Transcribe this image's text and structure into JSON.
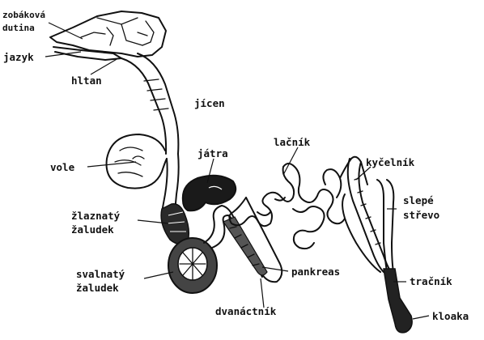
{
  "labels": {
    "oral_cavity": [
      "zobáková",
      "dutina"
    ],
    "tongue": "jazyk",
    "pharynx": "hltan",
    "esophagus": "jícen",
    "crop": "vole",
    "liver": "játra",
    "jejunum": "lačník",
    "ileum": "kyčelník",
    "cecum": [
      "slepé",
      "střevo"
    ],
    "proventriculus": [
      "žlaznatý",
      "žaludek"
    ],
    "gizzard": [
      "svalnatý",
      "žaludek"
    ],
    "pancreas": "pankreas",
    "rectum": "tračník",
    "duodenum": "dvanáctník",
    "cloaca": "kloaka"
  }
}
